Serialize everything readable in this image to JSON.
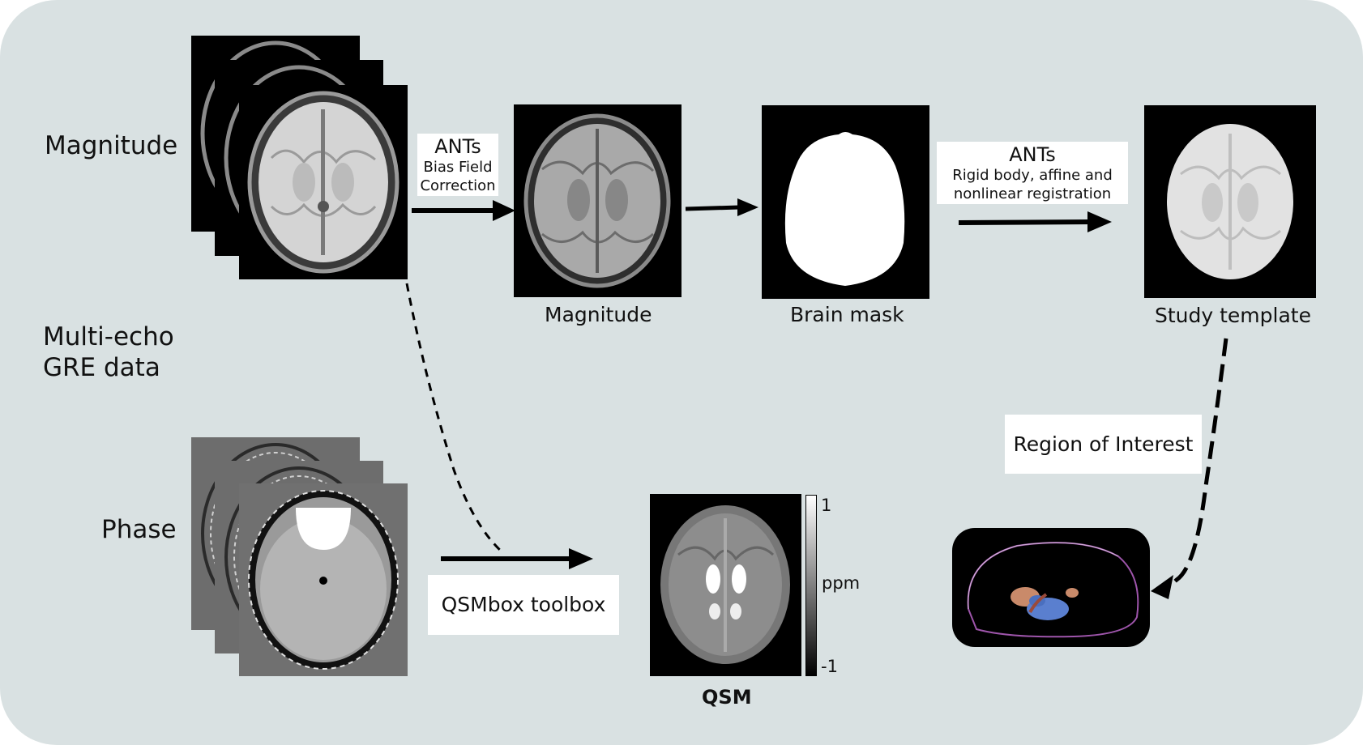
{
  "left_labels": {
    "magnitude": "Magnitude",
    "multi_echo": "Multi-echo",
    "gre_data": "GRE data",
    "phase": "Phase"
  },
  "steps": {
    "ants_bias": {
      "title": "ANTs",
      "line1": "Bias Field",
      "line2": "Correction"
    },
    "ants_reg": {
      "title": "ANTs",
      "line1": "Rigid body, affine and",
      "line2": "nonlinear registration"
    },
    "qsmbox": "QSMbox toolbox",
    "roi": "Region of Interest"
  },
  "captions": {
    "magnitude": "Magnitude",
    "brain_mask": "Brain mask",
    "study_template": "Study template",
    "qsm": "QSM"
  },
  "colorbar": {
    "max": "1",
    "unit": "ppm",
    "min": "-1"
  },
  "colors": {
    "background": "#d9e1e2",
    "box": "#ffffff",
    "arrow": "#000000",
    "roi_orange": "#c98a6a",
    "roi_blue": "#5a7fcf",
    "head_outline": "#c66ad6"
  },
  "icons": {
    "magnitude_stack": "brain-mri-stack",
    "phase_stack": "phase-map-stack",
    "render_3d": "brain-3d-render"
  }
}
